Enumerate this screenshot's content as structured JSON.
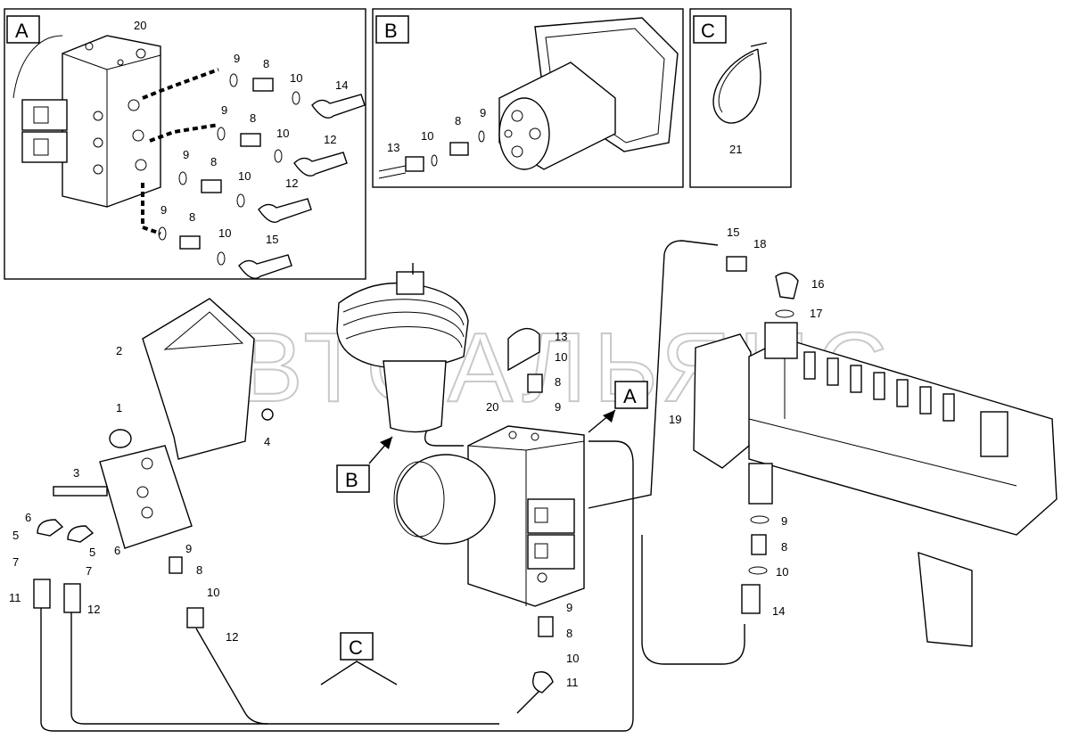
{
  "watermark": "АВТОАЛЬЯНС",
  "panels": {
    "A": {
      "tag": "A",
      "labels": [
        "20",
        "9",
        "8",
        "10",
        "14",
        "9",
        "8",
        "10",
        "12",
        "9",
        "8",
        "10",
        "12",
        "9",
        "8",
        "10",
        "15"
      ]
    },
    "B": {
      "tag": "B",
      "labels": [
        "13",
        "10",
        "8",
        "9"
      ]
    },
    "C": {
      "tag": "C",
      "labels": [
        "21"
      ]
    }
  },
  "main": {
    "view_tags": [
      "A",
      "B",
      "C"
    ],
    "left_labels": [
      "2",
      "1",
      "4",
      "3",
      "6",
      "5",
      "5",
      "6",
      "7",
      "7",
      "11",
      "12",
      "9",
      "8",
      "10",
      "12"
    ],
    "center_labels": [
      "20",
      "13",
      "10",
      "8",
      "9",
      "9",
      "8",
      "10",
      "11"
    ],
    "right_labels": [
      "15",
      "18",
      "16",
      "17",
      "19",
      "9",
      "8",
      "10",
      "14"
    ]
  }
}
